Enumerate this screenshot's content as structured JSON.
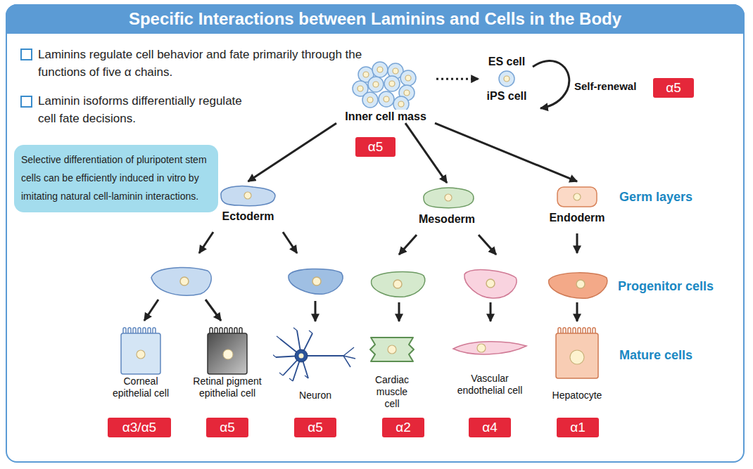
{
  "diagram": {
    "title": "Specific Interactions between Laminins and Cells in the Body",
    "nodes": [
      {
        "text": [
          "Inner cell mass"
        ]
      },
      {
        "text": [
          "α5"
        ]
      },
      {
        "text": [
          "ES cell",
          "iPS cell"
        ]
      },
      {
        "text": [
          "α5"
        ]
      },
      {
        "text": [
          "Selective differentiation of pluripotent stem cells can be efficiently induced in vitro by imitating natural cell-laminin interactions."
        ]
      },
      {
        "text": [
          "Ectoderm"
        ]
      },
      {
        "text": [
          "Mesoderm"
        ]
      },
      {
        "text": [
          "Endoderm"
        ]
      },
      {
        "text": [
          "Corneal epithelial cell"
        ]
      },
      {
        "text": [
          "α3/α5"
        ]
      },
      {
        "text": [
          "Retinal pigment epithelial cell"
        ]
      },
      {
        "text": [
          "α5"
        ]
      },
      {
        "text": [
          "Neuron"
        ]
      },
      {
        "text": [
          "α5"
        ]
      },
      {
        "text": [
          "Cardiac muscle cell"
        ]
      },
      {
        "text": [
          "α2"
        ]
      },
      {
        "text": [
          "Vascular endothelial cell"
        ]
      },
      {
        "text": [
          "α4"
        ]
      },
      {
        "text": [
          "Hepatocyte"
        ]
      },
      {
        "text": [
          "α1"
        ]
      }
    ],
    "edges": [
      {
        "from": 0,
        "to": 2,
        "arrow": "to"
      },
      {
        "from": 0,
        "to": 5,
        "arrow": "to"
      },
      {
        "from": 0,
        "to": 6,
        "arrow": "to"
      },
      {
        "from": 0,
        "to": 7,
        "arrow": "to"
      }
    ],
    "labels": [
      "Laminins regulate cell behavior and fate primarily through the functions of five α chains.",
      "Laminin isoforms differentially regulate cell fate decisions.",
      "Self-renewal",
      "Germ layers",
      "Progenitor cells",
      "Mature cells"
    ]
  }
}
